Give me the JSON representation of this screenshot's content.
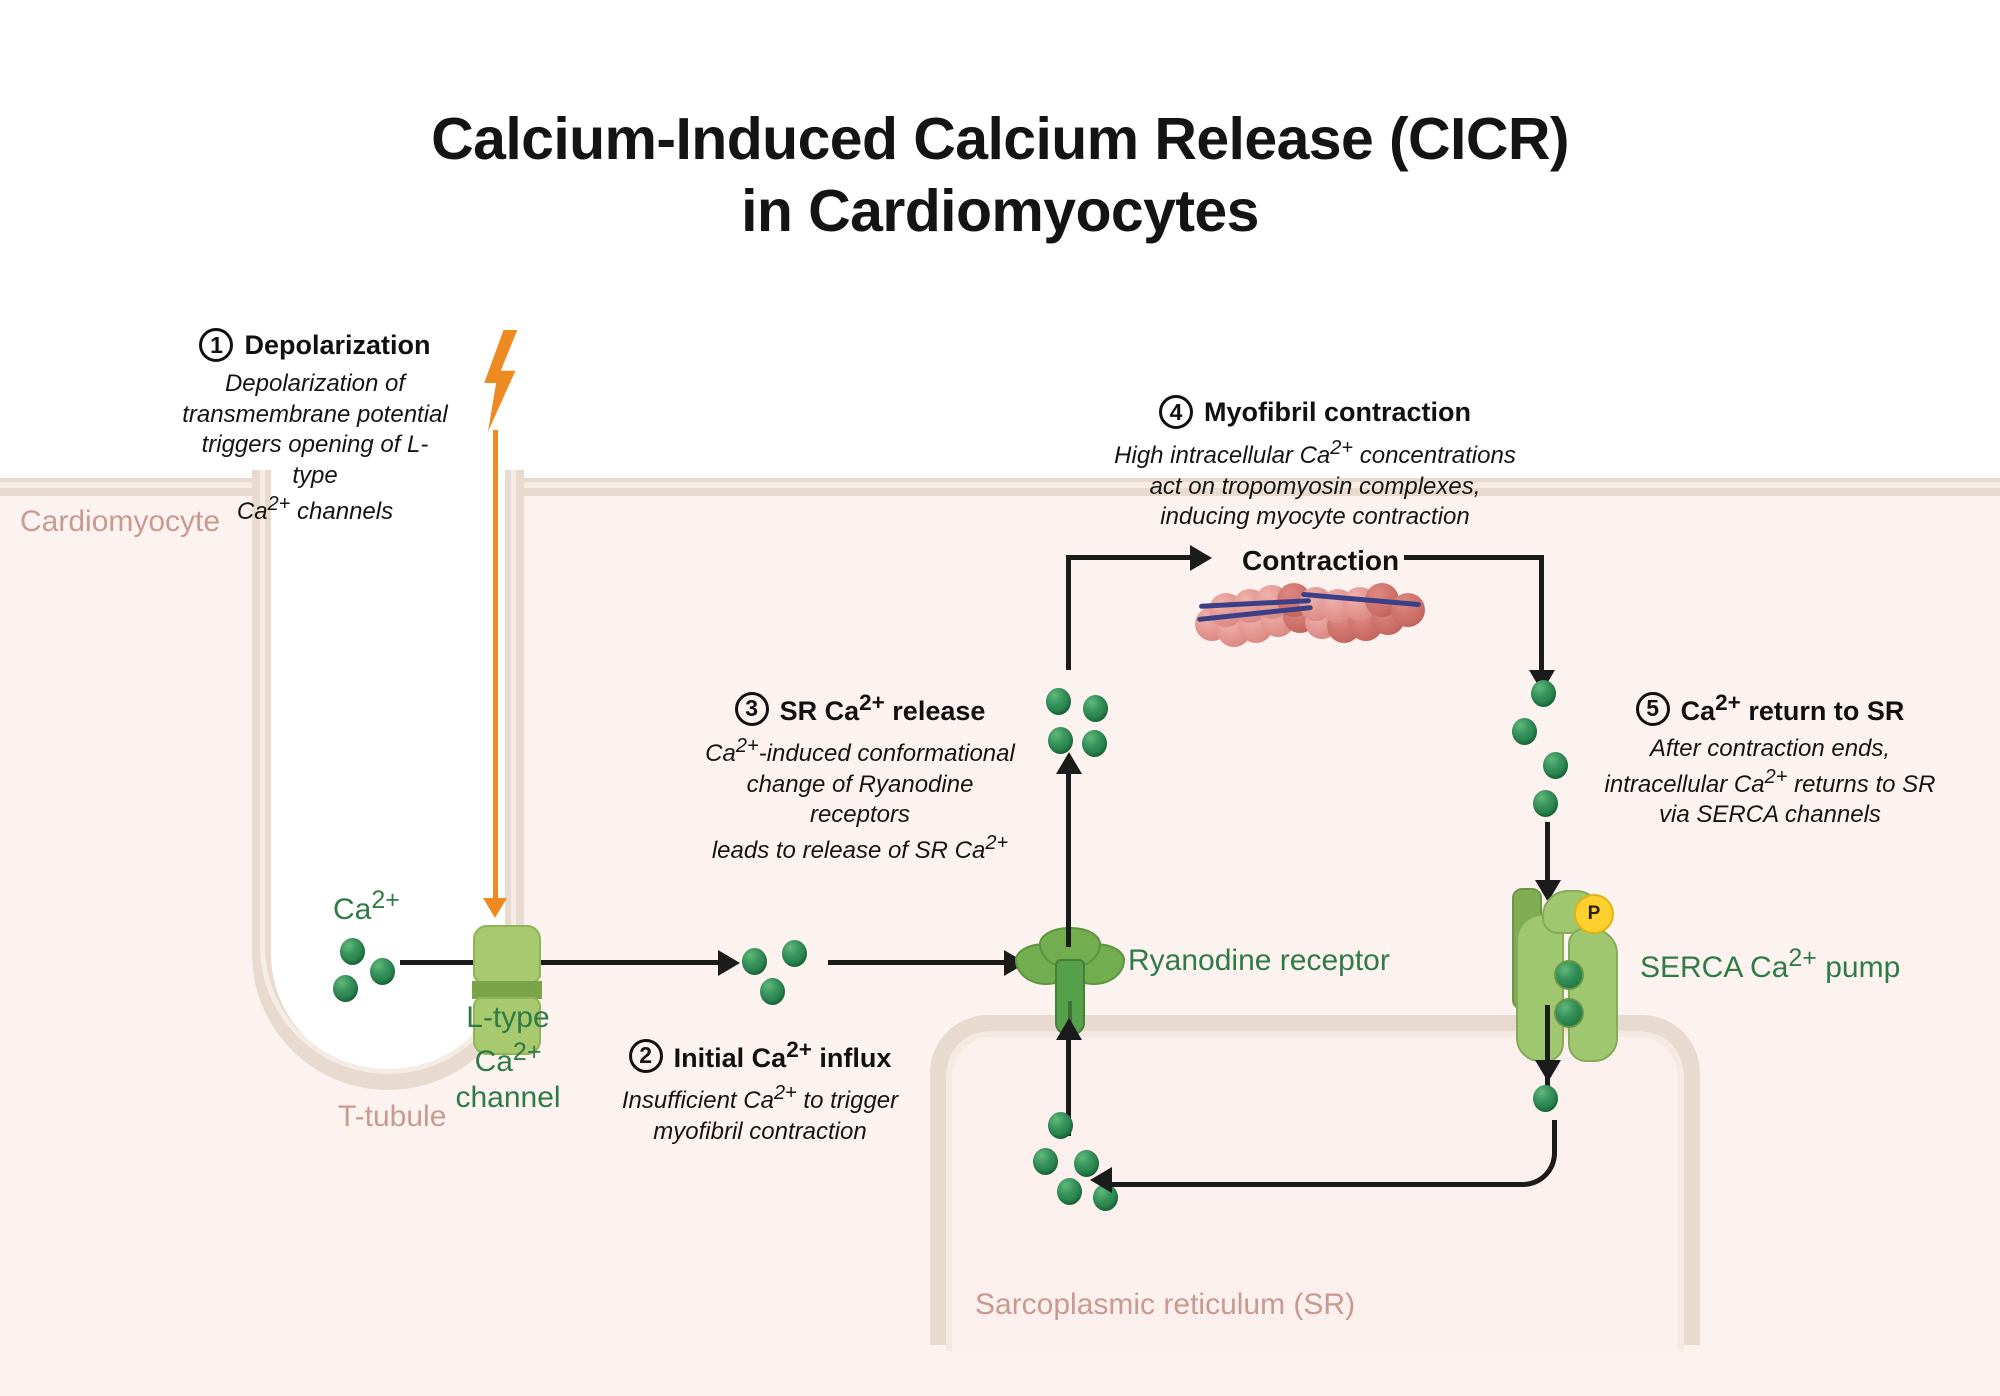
{
  "title": {
    "line1": "Calcium-Induced Calcium Release (CICR)",
    "line2": "in Cardiomyocytes"
  },
  "compartments": {
    "cardiomyocyte": "Cardiomyocyte",
    "t_tubule": "T-tubule",
    "sarcoplasmic_reticulum": "Sarcoplasmic reticulum (SR)"
  },
  "structures": {
    "l_type_channel_line1": "L-type",
    "l_type_channel_line2": "Ca2+ channel",
    "ryanodine_receptor": "Ryanodine receptor",
    "serca_pump": "SERCA Ca2+ pump",
    "phosphate_label": "P",
    "ca_ion_label": "Ca2+"
  },
  "flow": {
    "contraction_label": "Contraction"
  },
  "steps": [
    {
      "number": "1",
      "heading": "Depolarization",
      "body": "Depolarization of transmembrane potential triggers opening of L-type Ca2+ channels"
    },
    {
      "number": "2",
      "heading": "Initial Ca2+ influx",
      "body": "Insufficient Ca2+ to trigger myofibril contraction"
    },
    {
      "number": "3",
      "heading": "SR Ca2+ release",
      "body": "Ca2+-induced conformational change of Ryanodine receptors leads to release of SR Ca2+"
    },
    {
      "number": "4",
      "heading": "Myofibril contraction",
      "body": "High intracellular Ca2+ concentrations act on tropomyosin complexes, inducing myocyte contraction"
    },
    {
      "number": "5",
      "heading": "Ca2+ return to SR",
      "body": "After contraction ends, intracellular Ca2+ returns to SR via SERCA channels"
    }
  ],
  "colors": {
    "cytoplasm": "#fcf3f1",
    "membrane": "#e8dace",
    "compartment_label": "#c89a90",
    "protein_label": "#2f7a45",
    "calcium_ion": "#2f8b4f",
    "depolarization_arrow": "#ED8B22",
    "phosphate": "#FFD02E",
    "actin": "#d07f79",
    "tropomyosin": "#3b3f86",
    "arrow": "#1b1b1b"
  }
}
